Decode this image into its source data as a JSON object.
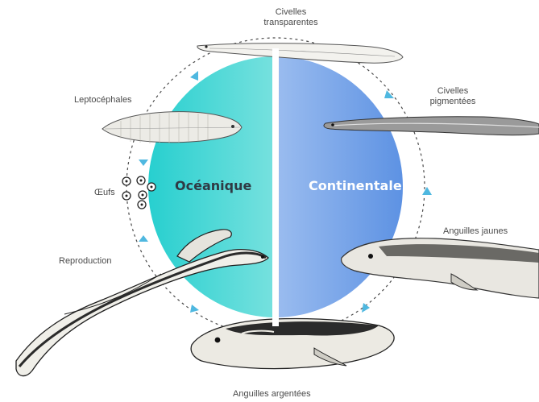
{
  "hemispheres": {
    "oceanic": {
      "label": "Océanique",
      "color_top": "#2ccfd0",
      "color_fade": "#ffffff"
    },
    "continental": {
      "label": "Continentale",
      "color_top": "#6f9fe6",
      "color_fade": "#ffffff"
    }
  },
  "stages": {
    "civelles_transparentes": [
      "Civelles",
      "transparentes"
    ],
    "civelles_pigmentees": [
      "Civelles",
      "pigmentées"
    ],
    "leptocephales": "Leptocéphales",
    "oeufs": "Œufs",
    "reproduction": "Reproduction",
    "anguilles_jaunes": "Anguilles jaunes",
    "anguilles_argentees": "Anguilles argentées"
  },
  "arrow_color": "#4fb8e0",
  "eel_dark": "#2b2b2b",
  "eel_light": "#e8e6e0"
}
